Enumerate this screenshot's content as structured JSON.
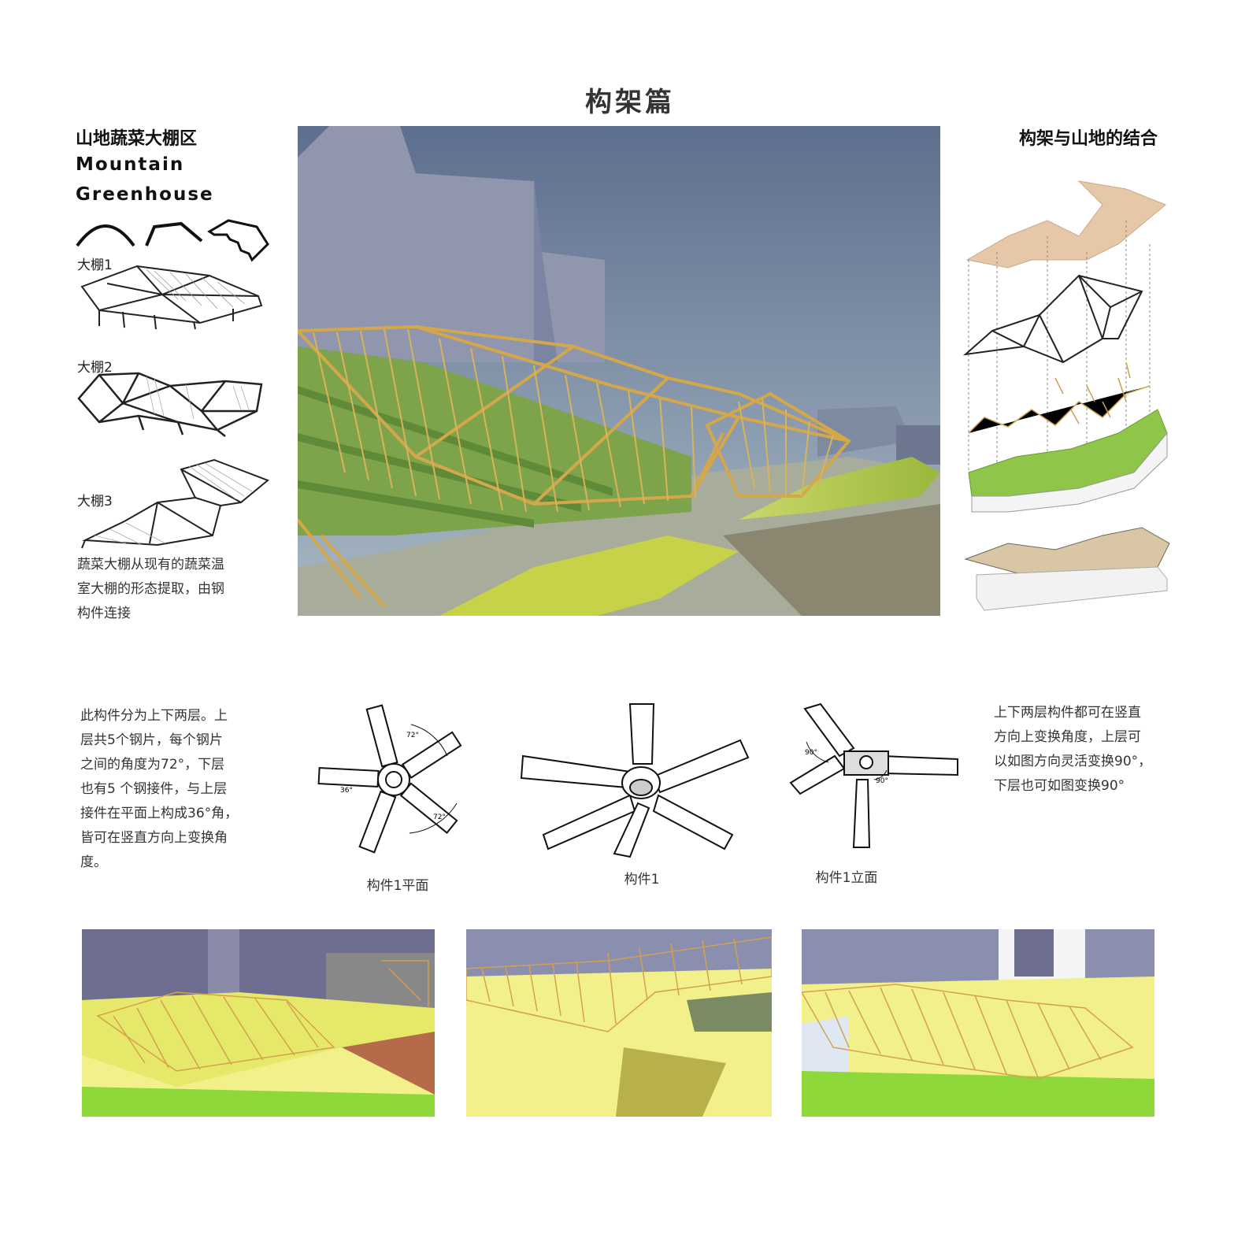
{
  "page": {
    "title": "构架篇"
  },
  "left": {
    "heading_cn": "山地蔬菜大棚区",
    "heading_en_line1": "Mountain",
    "heading_en_line2": "Greenhouse",
    "label_1": "大棚1",
    "label_2": "大棚2",
    "label_3": "大棚3",
    "description_line1": "蔬菜大棚从现有的蔬菜温",
    "description_line2": "室大棚的形态提取，由钢",
    "description_line3": "构件连接"
  },
  "right": {
    "heading": "构架与山地的结合"
  },
  "joint": {
    "left_text_line1": "此构件分为上下两层。上",
    "left_text_line2": "层共5个钢片，每个钢片",
    "left_text_line3": "之间的角度为72°，下层",
    "left_text_line4": "也有5 个钢接件，与上层",
    "left_text_line5": "接件在平面上构成36°角，",
    "left_text_line6": "皆可在竖直方向上变换角",
    "left_text_line7": "度。",
    "caption_plan": "构件1平面",
    "caption_main": "构件1",
    "caption_elev": "构件1立面",
    "angle_72a": "72°",
    "angle_72b": "72°",
    "angle_36": "36°",
    "angle_90a": "90°",
    "angle_90b": "90°",
    "right_text_line1": "上下两层构件都可在竖直",
    "right_text_line2": "方向上变换角度，上层可",
    "right_text_line3": "以如图方向灵活变换90°，",
    "right_text_line4": "下层也可如图变换90°"
  },
  "colors": {
    "sky_top": "#5d6f8e",
    "sky_bottom": "#a8b8c4",
    "timber": "#d4a84a",
    "grass": "#b8d24a",
    "render_yellow": "#f2f08a",
    "render_green": "#8fd83a",
    "render_wall": "#6e6f90"
  }
}
